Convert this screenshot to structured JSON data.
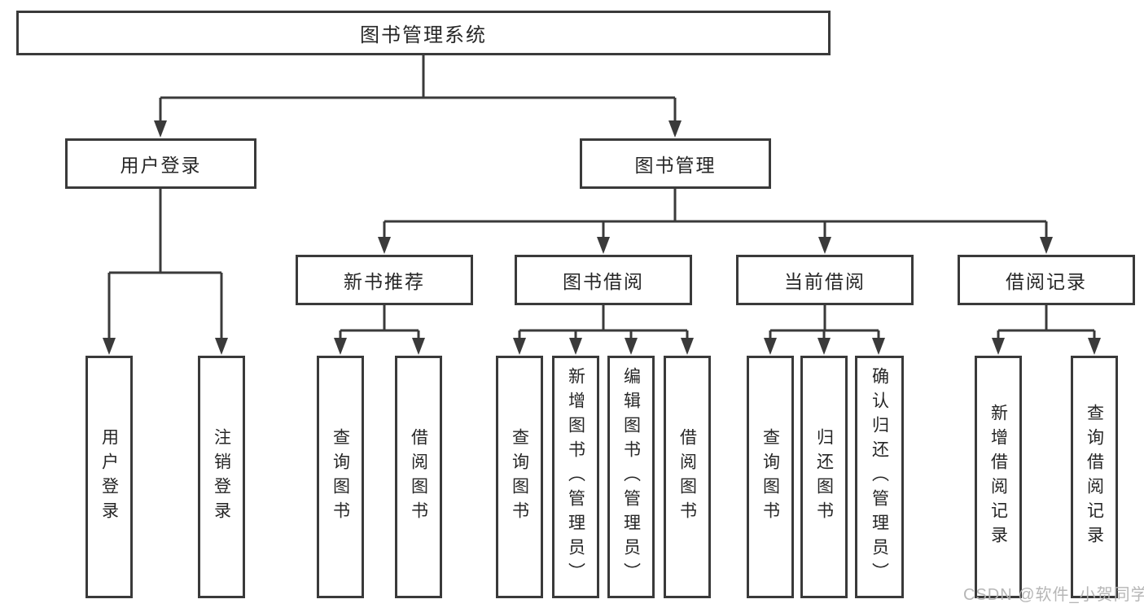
{
  "nodes": {
    "root": "图书管理系统",
    "user_login": "用户登录",
    "book_mgmt": "图书管理",
    "new_book_rec": "新书推荐",
    "book_borrow": "图书借阅",
    "current_borrow": "当前借阅",
    "borrow_records": "借阅记录",
    "leaf_user_login": "用户登录",
    "leaf_logout": "注销登录",
    "leaf_query_book_1": "查询图书",
    "leaf_borrow_book_1": "借阅图书",
    "leaf_query_book_2": "查询图书",
    "leaf_add_book": "新增图书（管理员）",
    "leaf_edit_book": "编辑图书（管理员）",
    "leaf_borrow_book_2": "借阅图书",
    "leaf_query_book_3": "查询图书",
    "leaf_return_book": "归还图书",
    "leaf_confirm_return": "确认归还（管理员）",
    "leaf_add_borrow_record": "新增借阅记录",
    "leaf_query_borrow_record": "查询借阅记录"
  },
  "colors": {
    "line": "#3a3a3a",
    "text": "#262626",
    "watermark": "#b2b2b2"
  },
  "watermark": "CSDN @软件_小贺同学"
}
